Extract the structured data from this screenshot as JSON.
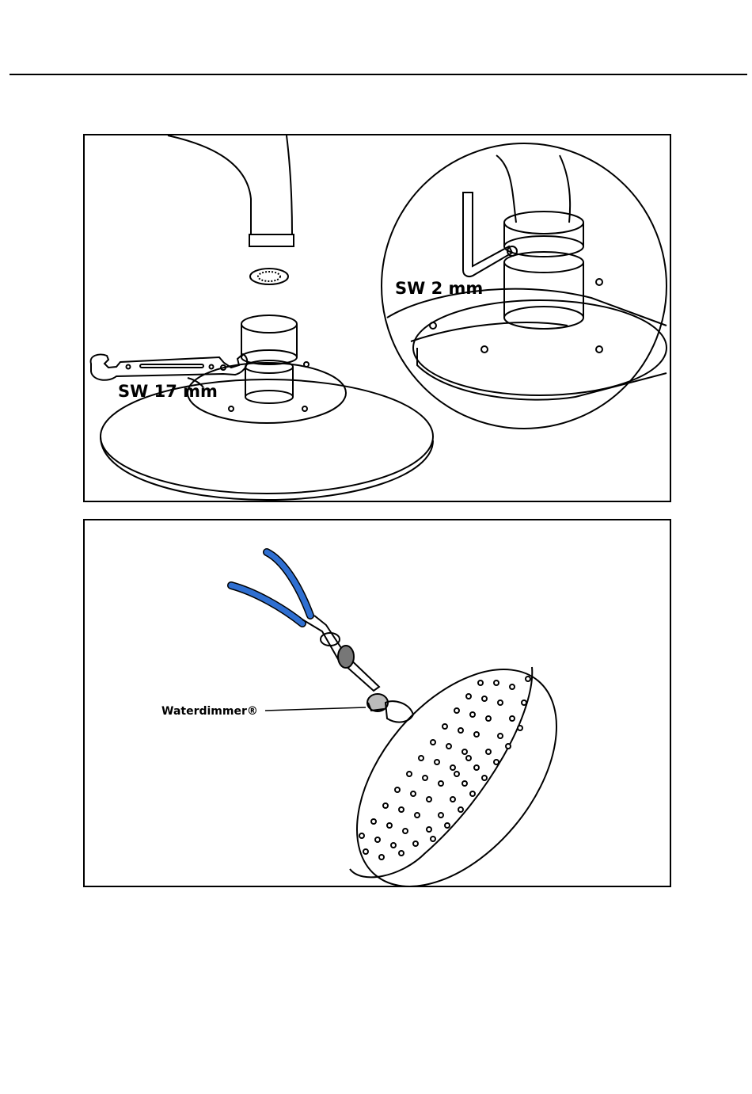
{
  "figure_top": {
    "wrench_label": "SW 17 mm",
    "hex_key_label": "SW 2 mm"
  },
  "figure_bottom": {
    "part_label": "Waterdimmer®"
  },
  "colors": {
    "line": "#000000",
    "plier_handle": "#2f6fd1"
  }
}
